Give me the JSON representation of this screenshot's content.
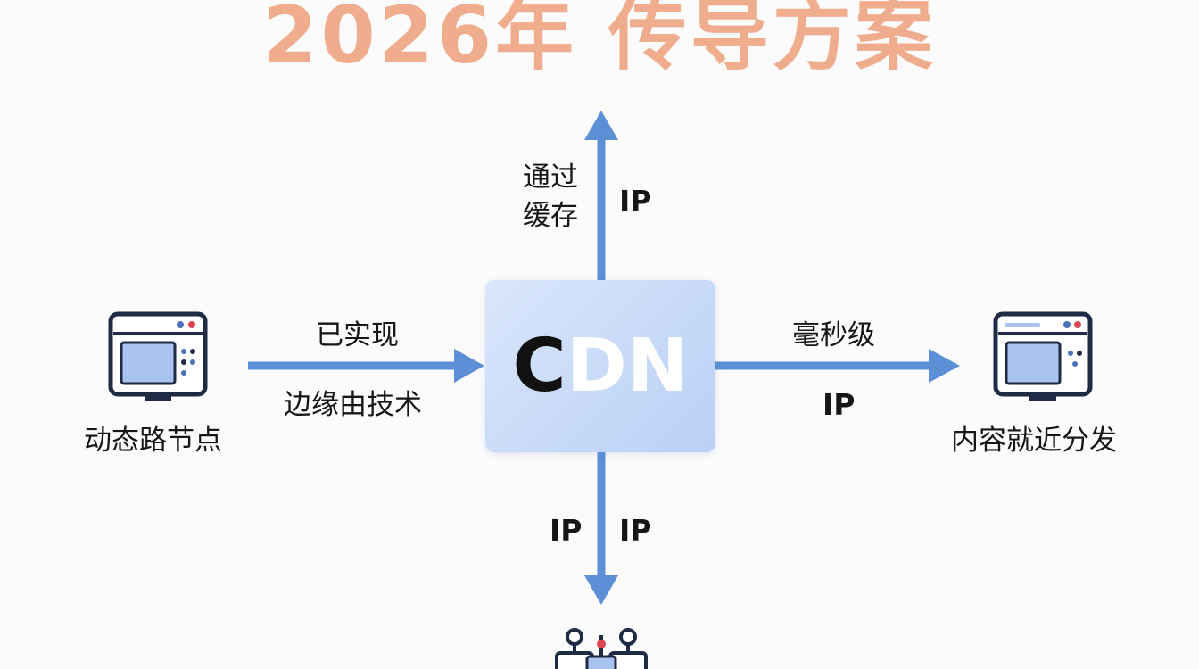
{
  "title": "2026年 传导方案",
  "center": {
    "first_letter": "C",
    "rest": "DN"
  },
  "top_branch": {
    "label_line1": "通过",
    "label_line2": "缓存",
    "ip": "IP"
  },
  "left_branch": {
    "node_label": "动态路节点",
    "upper_label": "已实现",
    "lower_label": "边缘由技术"
  },
  "right_branch": {
    "node_label": "内容就近分发",
    "upper_label": "毫秒级",
    "lower_label": "IP"
  },
  "bottom_branch": {
    "ip_left": "IP",
    "ip_right": "IP"
  },
  "colors": {
    "title": "#efad8d",
    "arrow": "#5c8fd6",
    "box": "#c8daf8",
    "monitor_outline": "#1f2a44",
    "monitor_screen": "#a9c2f0",
    "dot_red": "#e0454f",
    "dot_blue": "#4b6fb8"
  },
  "icons": {
    "left_node": "monitor-icon",
    "right_node": "monitor-icon",
    "bottom_node": "server-cluster-icon"
  }
}
